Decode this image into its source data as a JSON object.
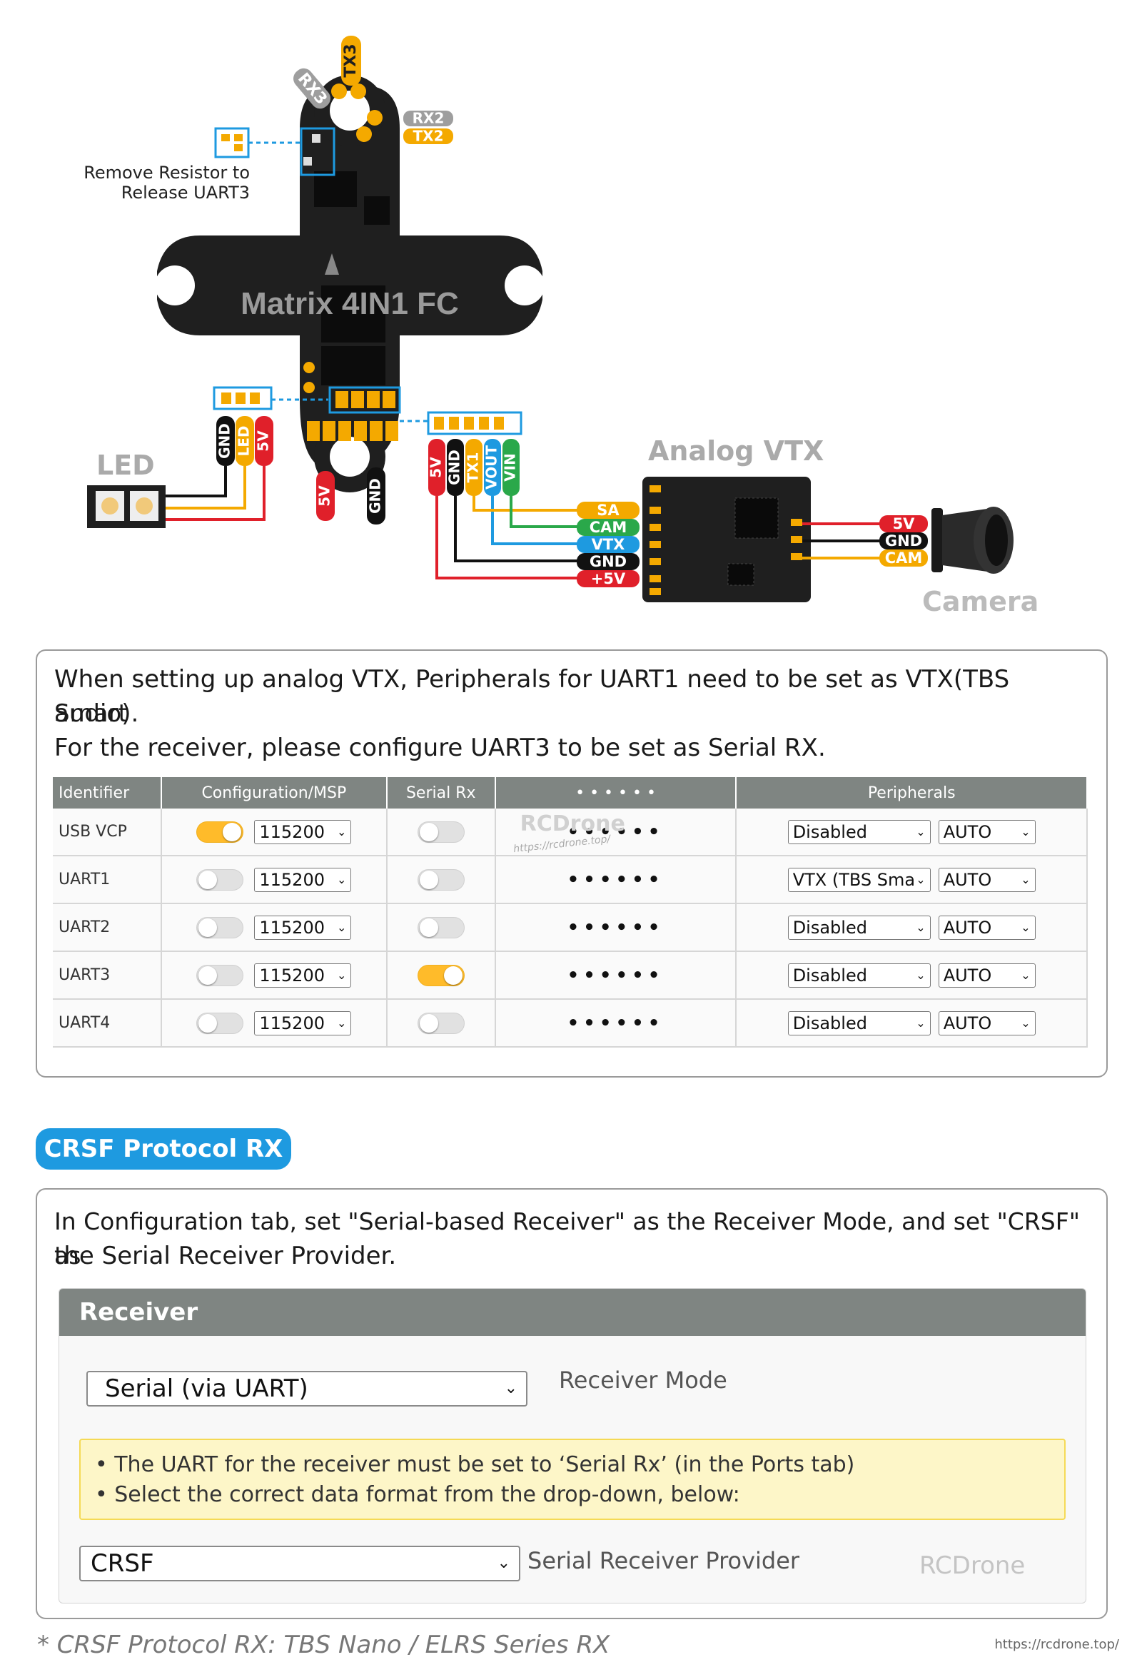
{
  "diagram": {
    "board_title": "Matrix 4IN1 FC",
    "remove_resistor_note": [
      "Remove Resistor to",
      "Release UART3"
    ],
    "top_pads": {
      "rx3": "RX3",
      "tx3": "TX3",
      "rx2": "RX2",
      "tx2": "TX2"
    },
    "led_label": "LED",
    "led_wires": [
      "GND",
      "LED",
      "5V"
    ],
    "power_pads": {
      "v5": "5V",
      "gnd": "GND"
    },
    "vtx_wires": [
      "5V",
      "GND",
      "TX1",
      "VOUT",
      "VIN"
    ],
    "vtx_label": "Analog VTX",
    "vtx_pins": [
      "SA",
      "CAM",
      "VTX",
      "GND",
      "+5V"
    ],
    "camera_label": "Camera",
    "camera_pins": [
      "5V",
      "GND",
      "CAM"
    ],
    "colors": {
      "board": "#1f1f1f",
      "pad": "#f4a900",
      "red": "#e0202a",
      "yellow": "#f4a900",
      "blue": "#1e9ae0",
      "green": "#2aa84a",
      "grey": "#9e9e9e"
    }
  },
  "uart_section": {
    "text_lines": [
      "When setting up analog VTX, Peripherals for UART1 need to be set as VTX(TBS Smart",
      "audio).",
      "For the receiver, please configure UART3 to be set as Serial RX."
    ],
    "table": {
      "headers": [
        "Identifier",
        "Configuration/MSP",
        "Serial Rx",
        "• • • • • •",
        "Peripherals"
      ],
      "rows": [
        {
          "id": "USB VCP",
          "msp_on": true,
          "baud": "115200",
          "serial_rx": false,
          "dots": "••••••",
          "periph": "Disabled",
          "auto": "AUTO"
        },
        {
          "id": "UART1",
          "msp_on": false,
          "baud": "115200",
          "serial_rx": false,
          "dots": "••••••",
          "periph": "VTX (TBS Sma",
          "auto": "AUTO"
        },
        {
          "id": "UART2",
          "msp_on": false,
          "baud": "115200",
          "serial_rx": false,
          "dots": "••••••",
          "periph": "Disabled",
          "auto": "AUTO"
        },
        {
          "id": "UART3",
          "msp_on": false,
          "baud": "115200",
          "serial_rx": true,
          "dots": "••••••",
          "periph": "Disabled",
          "auto": "AUTO"
        },
        {
          "id": "UART4",
          "msp_on": false,
          "baud": "115200",
          "serial_rx": false,
          "dots": "••••••",
          "periph": "Disabled",
          "auto": "AUTO"
        }
      ]
    },
    "watermark": "RCDrone",
    "watermark_url": "https://rcdrone.top/"
  },
  "crsf_section": {
    "pill": "CRSF Protocol RX",
    "text_lines": [
      "In Configuration tab, set \"Serial-based Receiver\" as the Receiver Mode, and set \"CRSF\" as",
      "the Serial Receiver Provider."
    ],
    "receiver": {
      "header": "Receiver",
      "mode_value": "Serial (via UART)",
      "mode_label": "Receiver Mode",
      "note_lines": [
        "• The UART for the receiver must be set to ‘Serial Rx’ (in the Ports tab)",
        "• Select the correct data format from the drop-down, below:"
      ],
      "provider_value": "CRSF",
      "provider_label": "Serial Receiver Provider",
      "watermark": "RCDrone"
    }
  },
  "footnote": "* CRSF Protocol RX: TBS Nano / ELRS Series RX",
  "footer_url": "https://rcdrone.top/"
}
